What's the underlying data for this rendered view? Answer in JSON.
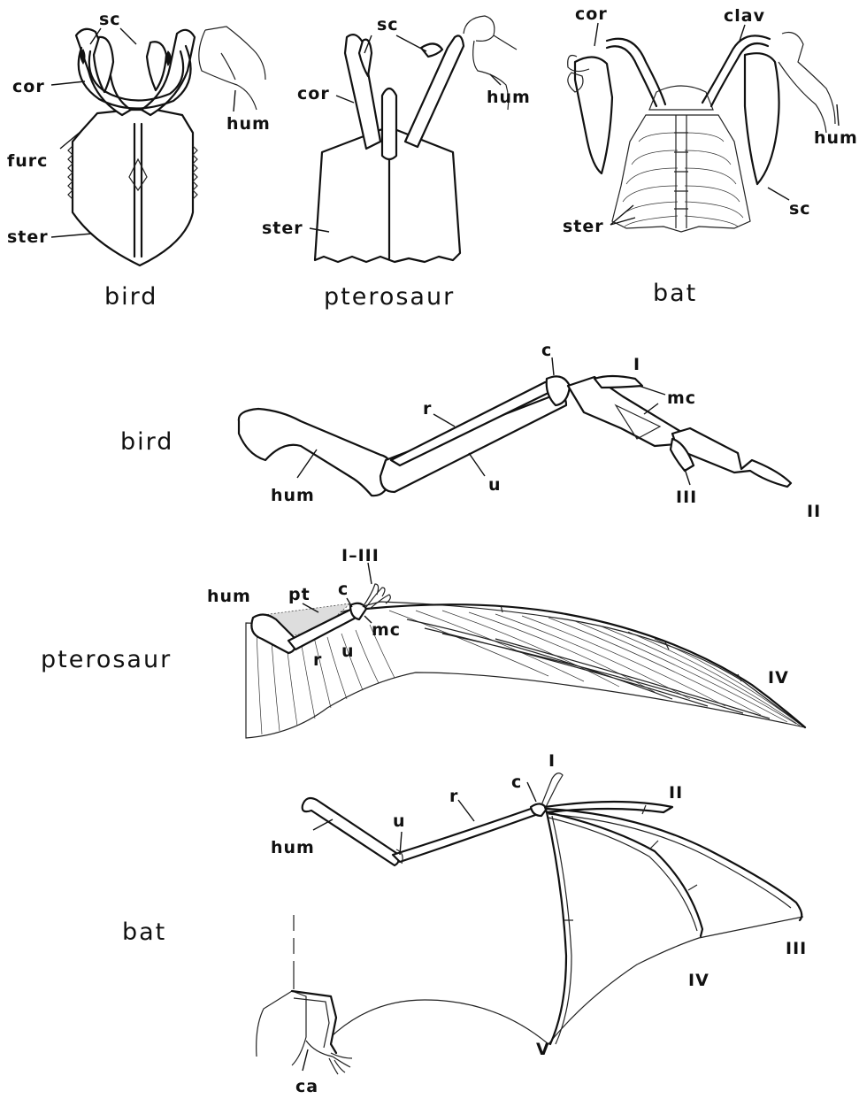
{
  "captions": {
    "bird_girdle": "bird",
    "pterosaur_girdle": "pterosaur",
    "bat_girdle": "bat",
    "bird_wing": "bird",
    "pterosaur_wing": "pterosaur",
    "bat_wing": "bat"
  },
  "labels": {
    "bird_girdle": {
      "sc": "sc",
      "cor": "cor",
      "furc": "furc",
      "ster": "ster",
      "hum": "hum"
    },
    "pterosaur_girdle": {
      "sc": "sc",
      "cor": "cor",
      "ster": "ster",
      "hum": "hum"
    },
    "bat_girdle": {
      "cor": "cor",
      "clav": "clav",
      "hum": "hum",
      "sc": "sc",
      "ster": "ster"
    },
    "bird_wing": {
      "c": "c",
      "I": "I",
      "mc": "mc",
      "r": "r",
      "u": "u",
      "hum": "hum",
      "III": "III",
      "II": "II"
    },
    "pterosaur_wing": {
      "I_III": "I–III",
      "pt": "pt",
      "c": "c",
      "hum": "hum",
      "mc": "mc",
      "r": "r",
      "u": "u",
      "IV": "IV"
    },
    "bat_wing": {
      "I": "I",
      "c": "c",
      "II": "II",
      "r": "r",
      "u": "u",
      "hum": "hum",
      "III": "III",
      "IV": "IV",
      "V": "V",
      "ca": "ca"
    }
  }
}
